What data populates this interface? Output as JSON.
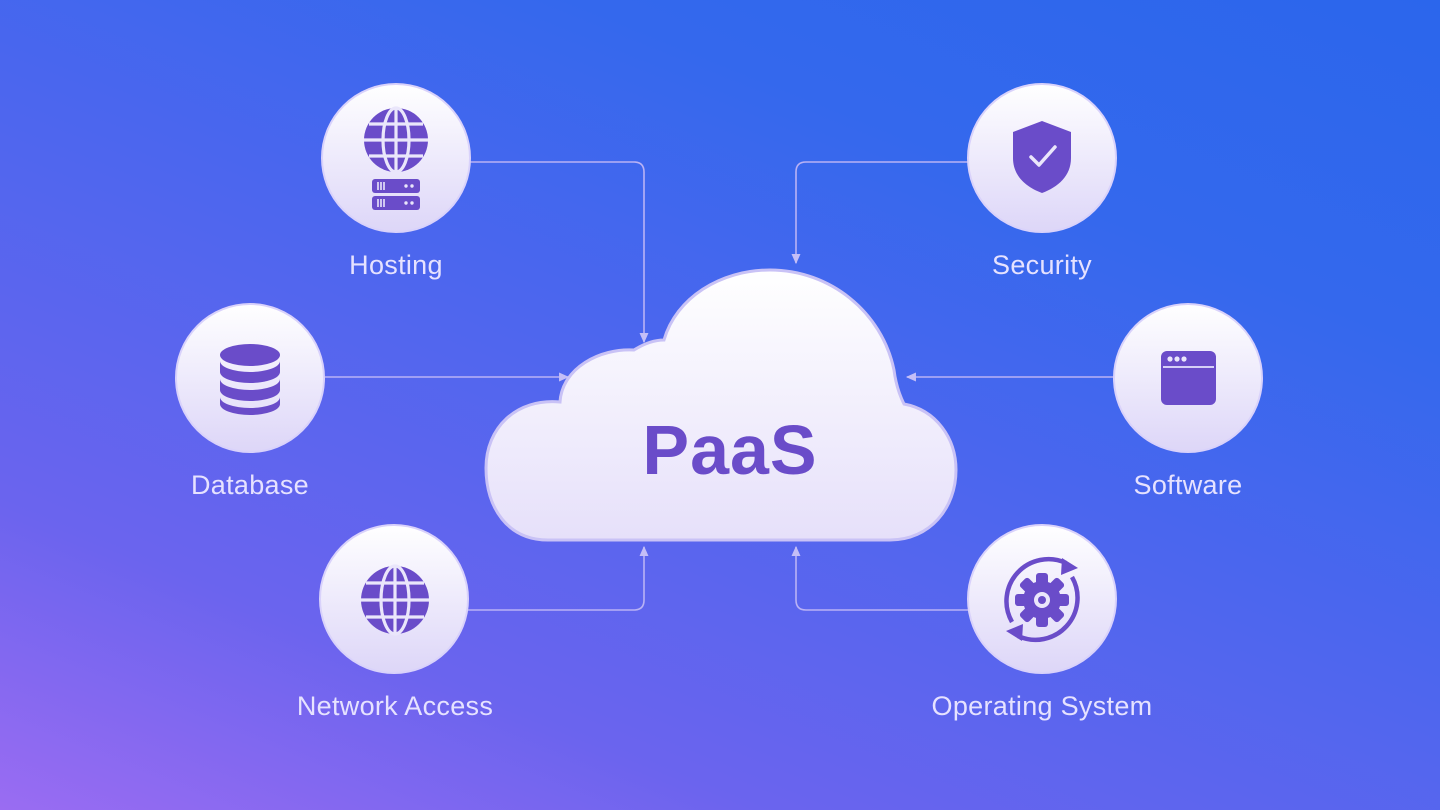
{
  "center": {
    "title": "PaaS"
  },
  "nodes": {
    "hosting": {
      "label": "Hosting",
      "icon": "globe-server-icon"
    },
    "database": {
      "label": "Database",
      "icon": "database-icon"
    },
    "network_access": {
      "label": "Network Access",
      "icon": "globe-icon"
    },
    "security": {
      "label": "Security",
      "icon": "shield-check-icon"
    },
    "software": {
      "label": "Software",
      "icon": "app-window-icon"
    },
    "operating_system": {
      "label": "Operating System",
      "icon": "gear-cycle-icon"
    }
  },
  "colors": {
    "icon": "#6a4cc9",
    "circle_fill": "#e9e5fb",
    "label": "#e6e2ff",
    "connector": "#b9b2f5",
    "background_start": "#9a6cf2",
    "background_end": "#2b66ec"
  }
}
